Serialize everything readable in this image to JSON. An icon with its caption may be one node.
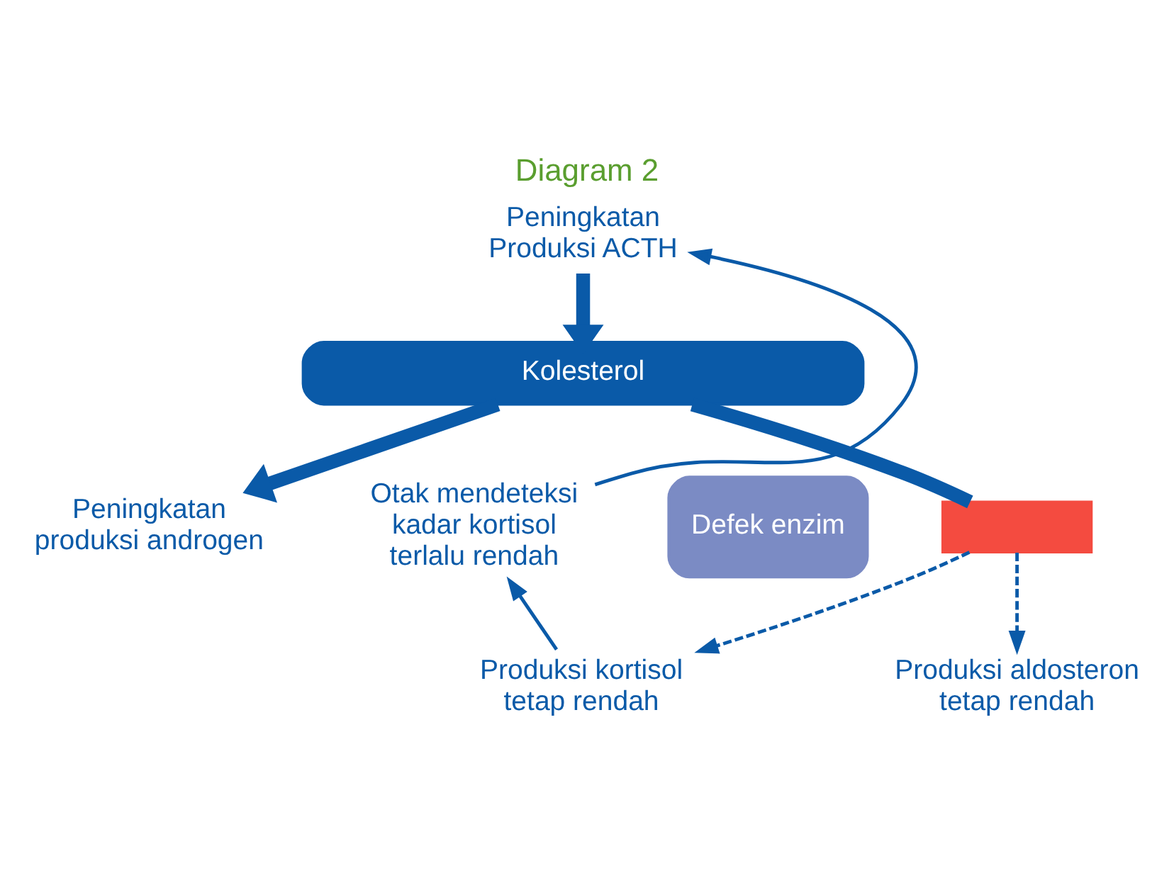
{
  "diagram": {
    "title": "Diagram 2",
    "nodes": [
      {
        "text": [
          "Peningkatan Produksi ACTH"
        ]
      },
      {
        "text": [
          "Kolesterol"
        ]
      },
      {
        "text": [
          "Peningkatan produksi androgen"
        ]
      },
      {
        "text": [
          "Defek enzim"
        ]
      },
      {
        "text": [],
        "shape": "bar"
      },
      {
        "text": [
          "Produksi aldosteron tetap rendah"
        ]
      },
      {
        "text": [
          "Produksi kortisol tetap rendah"
        ]
      },
      {
        "text": [
          "Otak mendeteksi kadar kortisol terlalu rendah"
        ]
      }
    ],
    "edges": [
      {
        "from": 0,
        "to": 1,
        "arrow": "to",
        "style": "thick"
      },
      {
        "from": 1,
        "to": 2,
        "arrow": "to",
        "style": "thick"
      },
      {
        "from": 1,
        "to": 4,
        "arrow": "none",
        "style": "thick"
      },
      {
        "from": 4,
        "to": 5,
        "arrow": "to",
        "style": "dashed"
      },
      {
        "from": 4,
        "to": 6,
        "arrow": "to",
        "style": "dashed"
      },
      {
        "from": 6,
        "to": 7,
        "arrow": "to"
      },
      {
        "from": 7,
        "to": 0,
        "arrow": "to"
      }
    ]
  }
}
